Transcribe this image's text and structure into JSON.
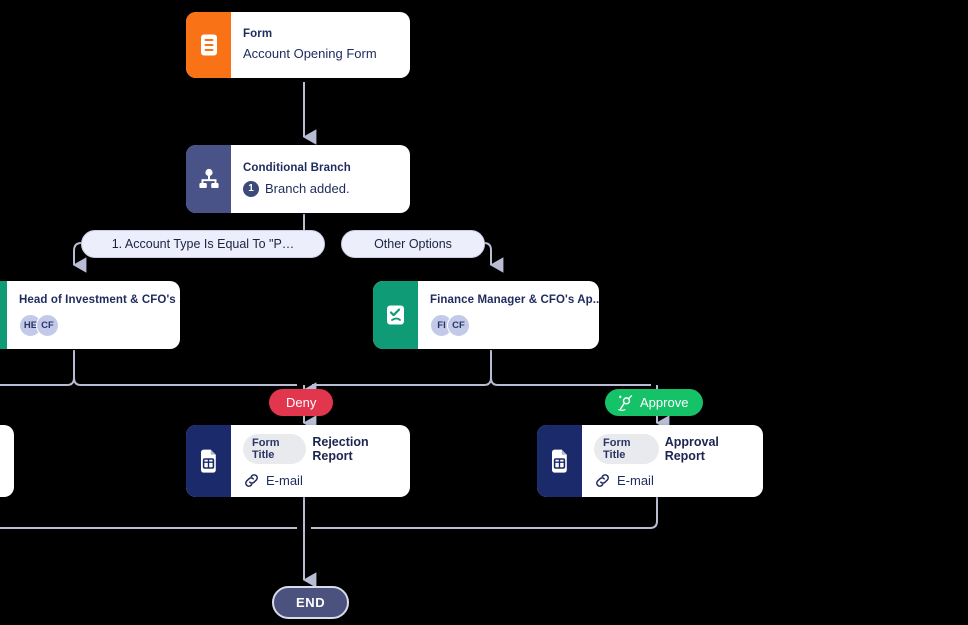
{
  "canvas": {
    "background": "#000000",
    "connector_color": "#b9bdd4"
  },
  "nodes": {
    "form": {
      "title": "Form",
      "subtitle": "Account Opening Form",
      "icon": "document-icon",
      "accent": "#F97316"
    },
    "branch": {
      "title": "Conditional Branch",
      "badge": "1",
      "subtitle": "Branch added.",
      "icon": "hierarchy-icon",
      "accent": "#4A5387"
    },
    "approval_left": {
      "title": "Head of Investment & CFO's ...",
      "icon": "approval-icon",
      "accent": "#109B77",
      "avatars": [
        "HE",
        "CF"
      ]
    },
    "approval_right": {
      "title": "Finance Manager & CFO's Ap...",
      "icon": "approval-icon",
      "accent": "#109B77",
      "avatars": [
        "FI",
        "CF"
      ]
    },
    "report_rejection": {
      "form_title_label": "Form Title",
      "form_title_value": "Rejection Report",
      "link_label": "E-mail",
      "icon": "report-icon",
      "link_icon": "link-icon",
      "accent": "#1B2A6B"
    },
    "report_approval": {
      "form_title_label": "Form Title",
      "form_title_value": "Approval Report",
      "link_label": "E-mail",
      "icon": "report-icon",
      "link_icon": "link-icon",
      "accent": "#1B2A6B"
    }
  },
  "labels": {
    "branch_condition": "1. Account Type Is Equal To \"P…",
    "branch_other": "Other Options",
    "deny": "Deny",
    "approve": "Approve",
    "approve_icon": "signature-pen-icon",
    "end": "END"
  },
  "colors": {
    "orange": "#F97316",
    "slate": "#4A5387",
    "teal": "#109B77",
    "navy": "#1B2A6B",
    "red": "#E2364F",
    "green": "#16C268",
    "pill_bg": "#ECEEFB",
    "avatar_bg": "#C3C9E8"
  }
}
